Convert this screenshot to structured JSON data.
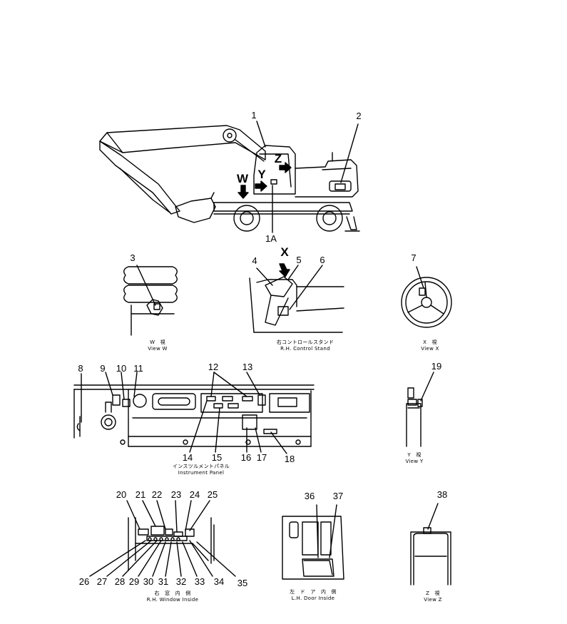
{
  "callouts": [
    "1",
    "2",
    "1A",
    "3",
    "4",
    "5",
    "6",
    "7",
    "8",
    "9",
    "10",
    "11",
    "12",
    "13",
    "14",
    "15",
    "16",
    "17",
    "18",
    "19",
    "20",
    "21",
    "22",
    "23",
    "24",
    "25",
    "26",
    "27",
    "28",
    "29",
    "30",
    "31",
    "32",
    "33",
    "34",
    "35",
    "36",
    "37",
    "38"
  ],
  "view_letters": [
    "W",
    "Y",
    "Z",
    "X"
  ],
  "captions": {
    "view_w": {
      "jp": "W　視",
      "en": "View W"
    },
    "rh_control_stand": {
      "jp": "右コントロールスタンド",
      "en": "R.H. Control Stand"
    },
    "view_x": {
      "jp": "X　視",
      "en": "View X"
    },
    "instrument_panel": {
      "jp": "インスツルメントパネル",
      "en": "Instrument Panel"
    },
    "view_y": {
      "jp": "Y　視",
      "en": "View Y"
    },
    "rh_window_inside": {
      "jp": "右　窓　内　側",
      "en": "R.H. Window Inside"
    },
    "lh_door_inside": {
      "jp": "左　ド　ア　内　側",
      "en": "L.H. Door Inside"
    },
    "view_z": {
      "jp": "Z　視",
      "en": "View Z"
    }
  }
}
